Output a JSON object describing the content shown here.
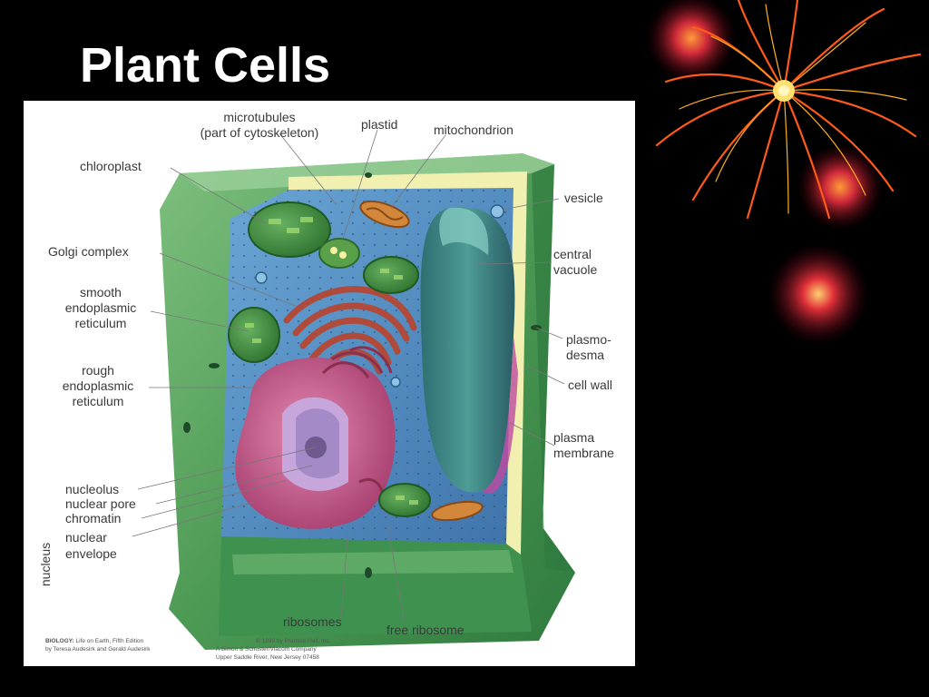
{
  "slide": {
    "title": "Plant Cells"
  },
  "diagram": {
    "labels": {
      "microtubules_line1": "microtubules",
      "microtubules_line2": "(part of cytoskeleton)",
      "plastid": "plastid",
      "mitochondrion": "mitochondrion",
      "chloroplast": "chloroplast",
      "vesicle": "vesicle",
      "golgi": "Golgi complex",
      "central_vacuole_line1": "central",
      "central_vacuole_line2": "vacuole",
      "smooth_er_line1": "smooth",
      "smooth_er_line2": "endoplasmic",
      "smooth_er_line3": "reticulum",
      "plasmodesma_line1": "plasmo-",
      "plasmodesma_line2": "desma",
      "rough_er_line1": "rough",
      "rough_er_line2": "endoplasmic",
      "rough_er_line3": "reticulum",
      "cell_wall": "cell wall",
      "plasma_membrane_line1": "plasma",
      "plasma_membrane_line2": "membrane",
      "nucleolus": "nucleolus",
      "nuclear_pore": "nuclear pore",
      "chromatin": "chromatin",
      "nuclear_envelope_line1": "nuclear",
      "nuclear_envelope_line2": "envelope",
      "nucleus": "nucleus",
      "ribosomes": "ribosomes",
      "free_ribosome": "free ribosome"
    },
    "credits": {
      "book_bold": "BIOLOGY:",
      "book_rest": "Life on Earth, Fifth Edition",
      "authors": "by Teresa Audesirk and Gerald Audesirk",
      "copyright_line1": "© 1999 by Prentice Hall, Inc.",
      "copyright_line2": "A Simon & Schuster/Viacom Company",
      "copyright_line3": "Upper Saddle River, New Jersey 07458"
    }
  },
  "colors": {
    "background": "#000000",
    "title": "#ffffff",
    "cell_wall": "#4f9a58",
    "cytoplasm": "#5f8fc4",
    "vacuole": "#3f8a86",
    "chloroplast": "#3f8a3a",
    "nucleus": "#c9608f",
    "golgi": "#b04a3a",
    "firework": "#ff6a1a"
  }
}
